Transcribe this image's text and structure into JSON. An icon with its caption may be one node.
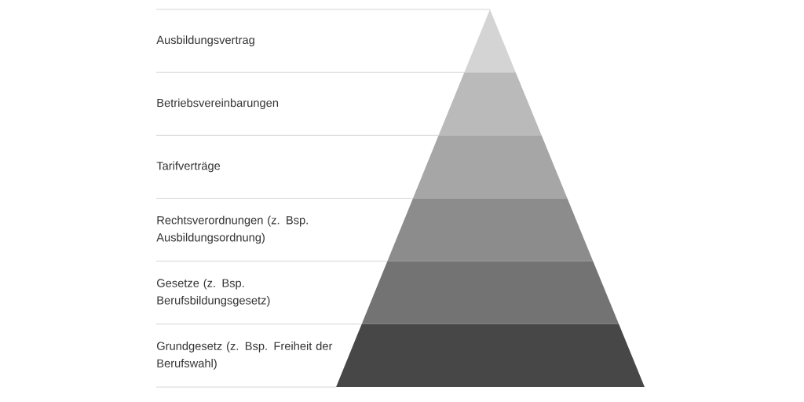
{
  "diagram": {
    "labels": [
      "Ausbildungsvertrag",
      "Betriebsvereinbarungen",
      "Tarifverträge",
      "Rechtsverordnungen (z. Bsp. Ausbildungsordnung)",
      "Gesetze (z. Bsp. Berufsbildungsgesetz)",
      "Grundgesetz (z. Bsp. Freiheit der Berufswahl)"
    ]
  }
}
